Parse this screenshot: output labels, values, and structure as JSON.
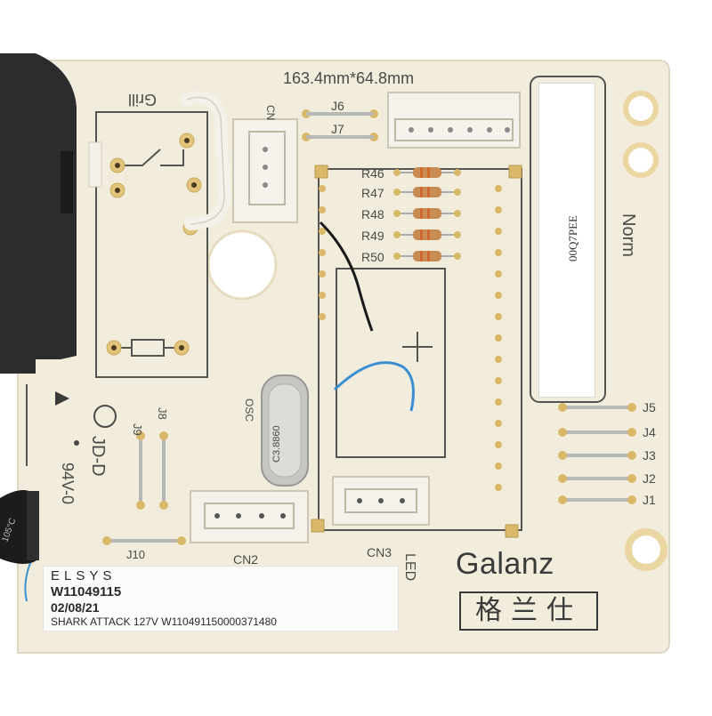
{
  "board": {
    "dimensions": "163.4mm*64.8mm",
    "connector_cn": "CN",
    "grill": "Grill",
    "norm": "Norm",
    "jumpers_top": [
      "J6",
      "J7"
    ],
    "resistors": [
      "R46",
      "R47",
      "R48",
      "R49",
      "R50"
    ],
    "jumpers_right": [
      "J5",
      "J4",
      "J3",
      "J2",
      "J1"
    ],
    "jumpers_left": [
      "J9",
      "J8"
    ],
    "jumper_j10": "J10",
    "osc": "OSC",
    "crystal": "C3.8860",
    "cn2": "CN2",
    "cn3": "CN3",
    "led": "LED",
    "jd_mark": "JD-D",
    "rating": "94V-0",
    "capacitor": "105°C",
    "white_label_code": "00Q7PEE",
    "brand_latin": "Galanz",
    "brand_cjk": "格兰仕"
  },
  "sticker": {
    "line1": "ELSYS",
    "line2": "W11049115",
    "line3": "02/08/21",
    "line4": "SHARK ATTACK 127V   W110491150000371480"
  },
  "colors": {
    "pcb": "#f1ecdc",
    "silkscreen": "#4a4a46",
    "relay": "#2c2c2c",
    "connector": "#f4f2ea"
  }
}
